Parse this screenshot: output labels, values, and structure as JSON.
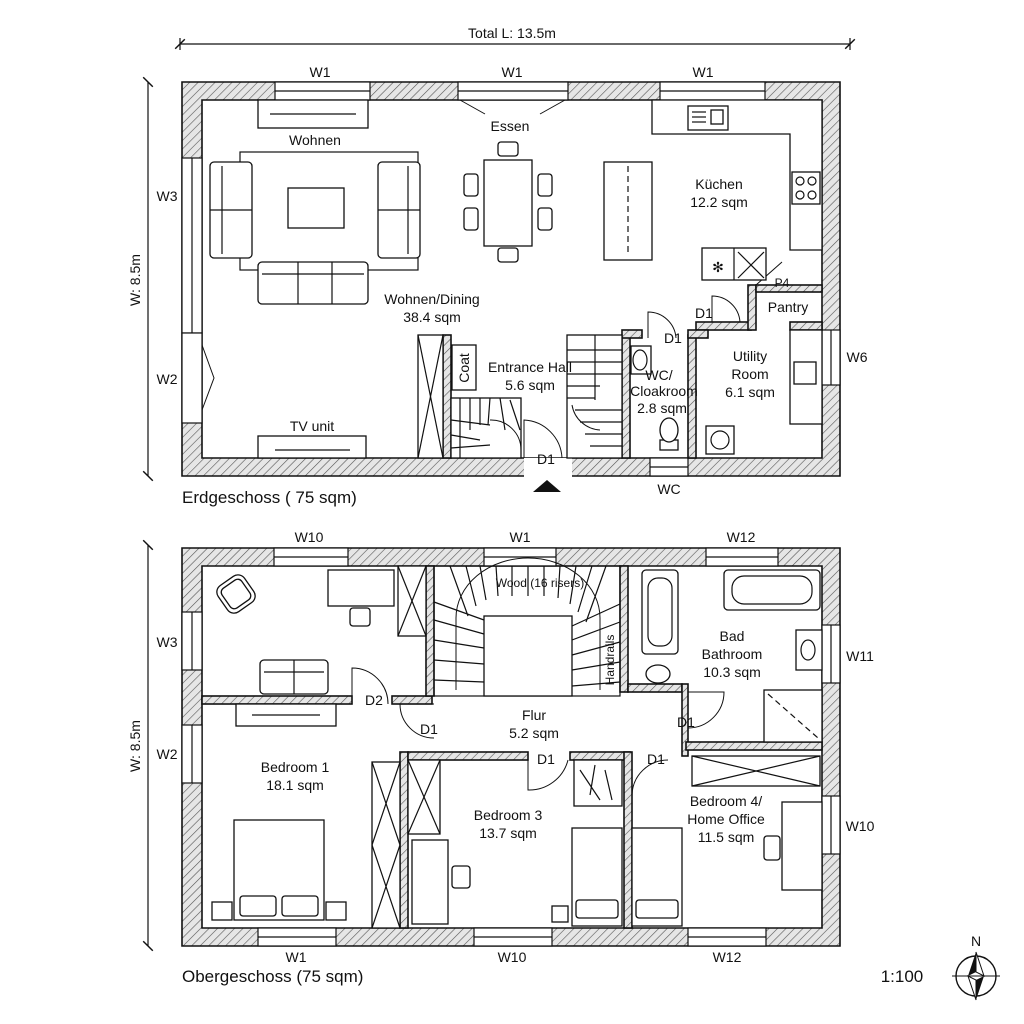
{
  "dimensions": {
    "total_length": "Total L: 13.5m",
    "width_ground": "W: 8.5m",
    "width_upper": "W: 8.5m"
  },
  "ground_floor": {
    "title": "Erdgeschoss ( 75 sqm)",
    "rooms": {
      "wohnen": "Wohnen",
      "essen": "Essen",
      "kuechen_name": "Küchen",
      "kuechen_area": "12.2 sqm",
      "wohnen_dining_name": "Wohnen/Dining",
      "wohnen_dining_area": "38.4 sqm",
      "entrance_name": "Entrance Hall",
      "entrance_area": "5.6 sqm",
      "wc_name_1": "WC/",
      "wc_name_2": "Cloakroom",
      "wc_area": "2.8 sqm",
      "utility_name_1": "Utility",
      "utility_name_2": "Room",
      "utility_area": "6.1 sqm",
      "pantry": "Pantry",
      "tv_unit": "TV unit",
      "coat": "Coat"
    },
    "labels": {
      "w1_a": "W1",
      "w1_b": "W1",
      "w1_c": "W1",
      "w3": "W3",
      "w2": "W2",
      "w6": "W6",
      "d1_main": "D1",
      "d1_wc": "D1",
      "d1_utility": "D1",
      "p4": "P4",
      "wc": "WC"
    }
  },
  "upper_floor": {
    "title": "Obergeschoss (75 sqm)",
    "rooms": {
      "flur_name": "Flur",
      "flur_area": "5.2 sqm",
      "bath_name_1": "Bad",
      "bath_name_2": "Bathroom",
      "bath_area": "10.3 sqm",
      "bed1_name": "Bedroom 1",
      "bed1_area": "18.1 sqm",
      "bed3_name": "Bedroom 3",
      "bed3_area": "13.7 sqm",
      "bed4_name_1": "Bedroom 4/",
      "bed4_name_2": "Home Office",
      "bed4_area": "11.5 sqm",
      "stair_note": "Wood (16 risers)",
      "handrails": "Handrails"
    },
    "labels": {
      "w10_top": "W10",
      "w1_top": "W1",
      "w12_top": "W12",
      "w3": "W3",
      "w2": "W2",
      "w11": "W11",
      "w10_right": "W10",
      "w1_bottom": "W1",
      "w10_bottom": "W10",
      "w12_bottom": "W12",
      "d2": "D2",
      "d1_a": "D1",
      "d1_b": "D1",
      "d1_c": "D1",
      "d1_d": "D1"
    }
  },
  "scale": "1:100",
  "north": "N"
}
